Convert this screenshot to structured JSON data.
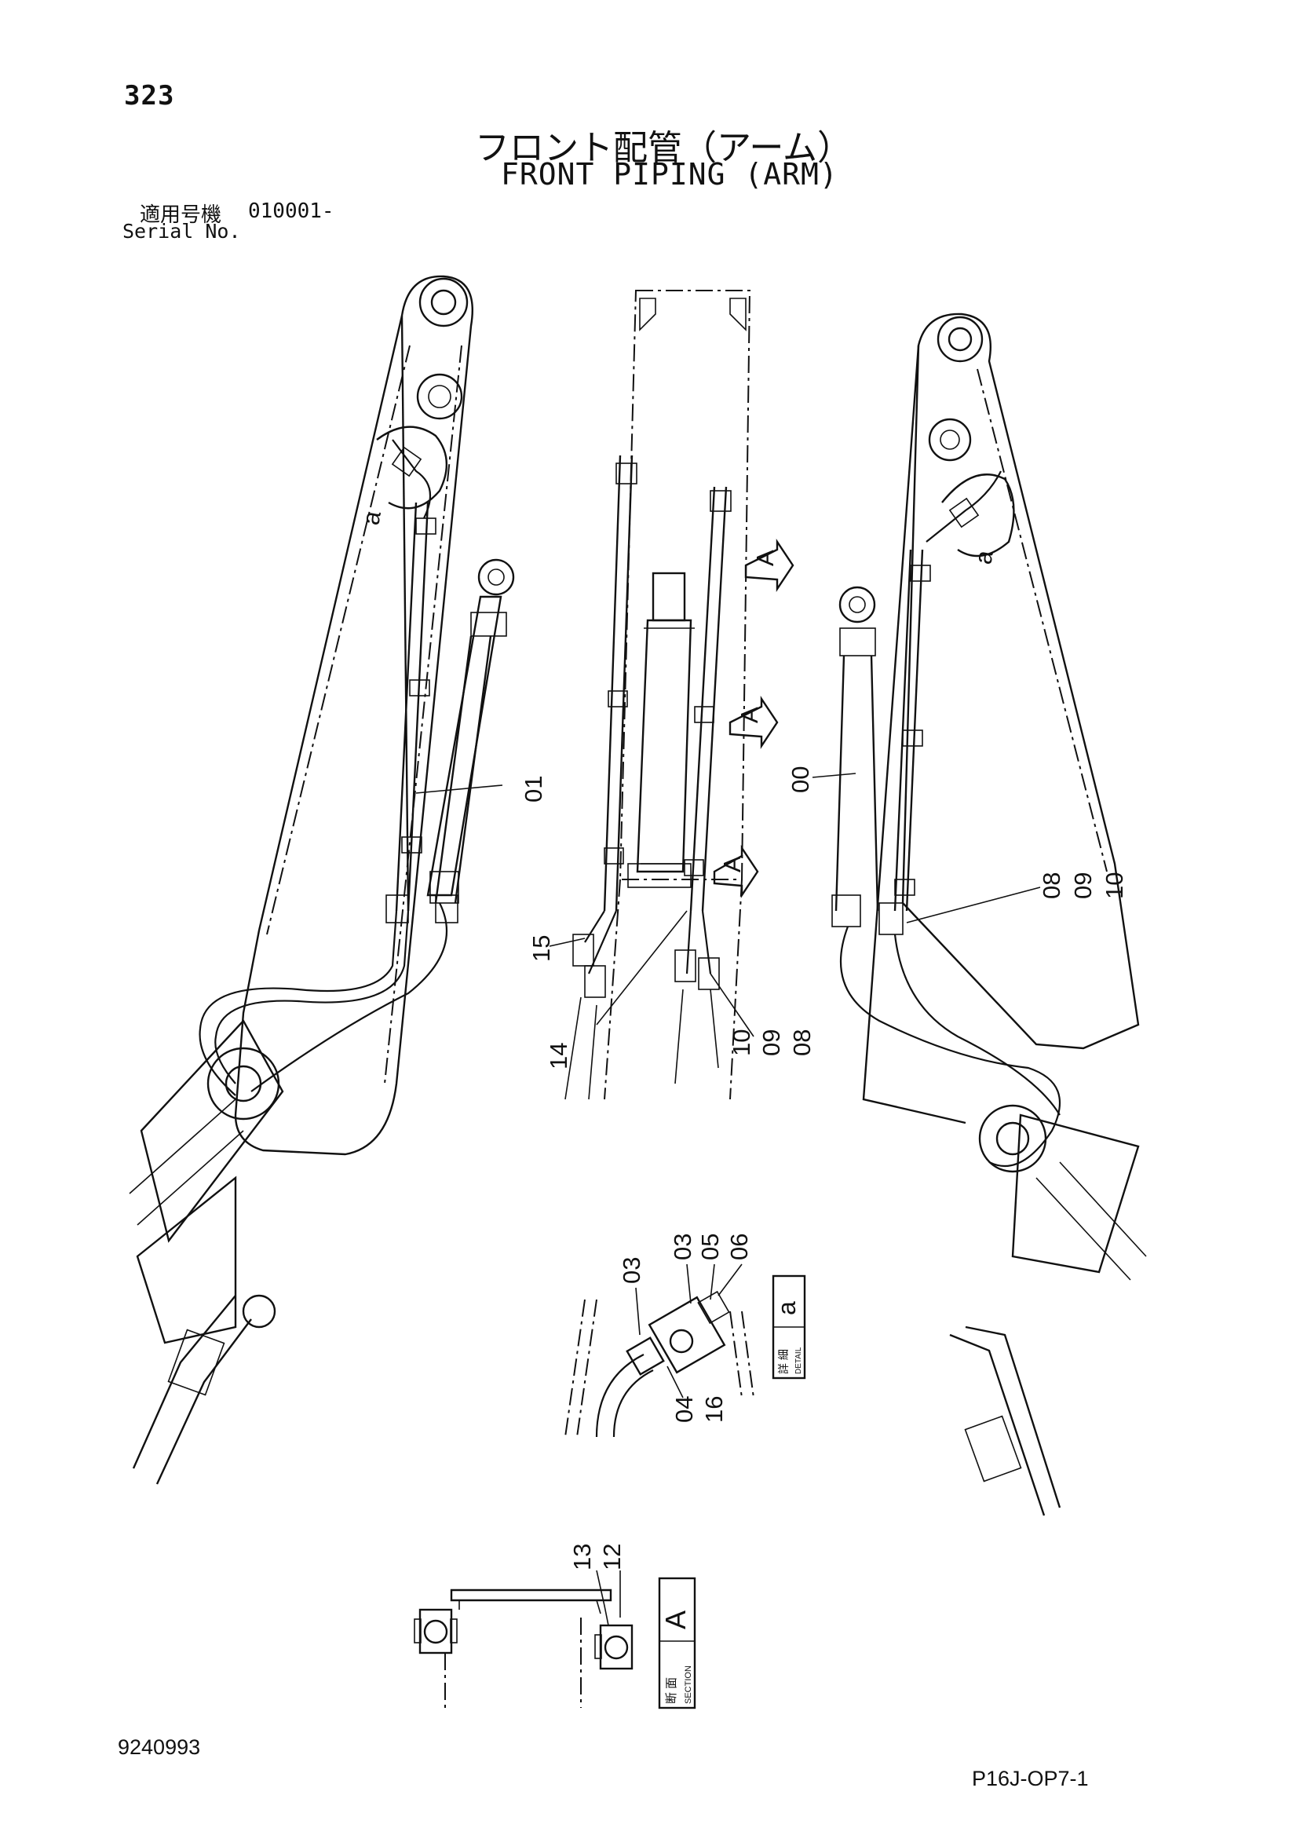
{
  "header": {
    "page_number": "323",
    "title_jp": "フロント配管（アーム）",
    "title_en": "FRONT PIPING (ARM)",
    "serial_label_jp": "適用号機",
    "serial_value": "010001-",
    "serial_label_en": "Serial No."
  },
  "callouts": {
    "part_00": "00",
    "part_01": "01",
    "part_15": "15",
    "part_14": "14",
    "part_10a": "10",
    "part_09a": "09",
    "part_08a": "08",
    "part_08b": "08",
    "part_09b": "09",
    "part_10b": "10",
    "detail_a_left": "a",
    "detail_a_right": "a",
    "view_a_top": "A",
    "view_a_mid": "A",
    "view_a_low": "A"
  },
  "detail_a": {
    "part_03_left": "03",
    "part_03_top": "03",
    "part_05": "05",
    "part_06": "06",
    "part_04": "04",
    "part_16": "16",
    "box_jp": "詳 細",
    "box_en": "DETAIL",
    "box_letter": "a"
  },
  "section_a": {
    "part_13": "13",
    "part_12": "12",
    "box_jp": "断 面",
    "box_en": "SECTION",
    "box_letter": "A"
  },
  "footer": {
    "doc_number": "9240993",
    "code": "P16J-OP7-1"
  }
}
